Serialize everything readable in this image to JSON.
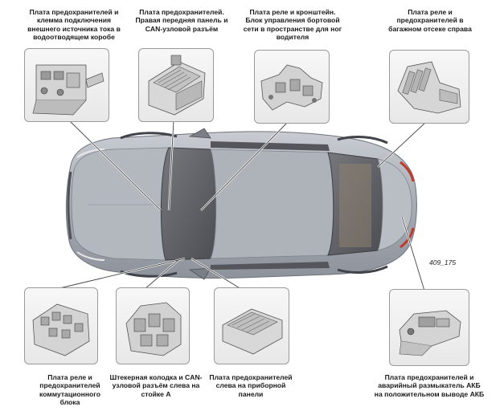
{
  "labels": {
    "top1": "Плата предохранителей и\nклемма подключения\nвнешнего источника тока в\nводоотводящем коробе",
    "top2": "Плата предохранителей.\nПравая передняя панель и\nCAN-узловой разъём",
    "top3": "Плата реле и кронштейн.\nБлок управления бортовой\nсети в пространстве для ног\nводителя",
    "top4": "Плата реле и\nпредохранителей в\nбагажном отсеке справа",
    "bot1": "Плата реле и\nпредохранителей\nкоммутационного\nблока",
    "bot2": "Штекерная колодка и CAN-\nузловой разъём слева на\nстойке А",
    "bot3": "Плата предохранителей\nслева на приборной\nпанели",
    "bot4": "Плата предохранителей и\nаварийный размыкатель АКБ\nна положительном выводе АКБ"
  },
  "figure_id": "409_175",
  "colors": {
    "car_body": "#a9aeb6",
    "glass": "#5f6066",
    "box_border": "#9a9a9a",
    "leader_line": "#ffffff"
  }
}
